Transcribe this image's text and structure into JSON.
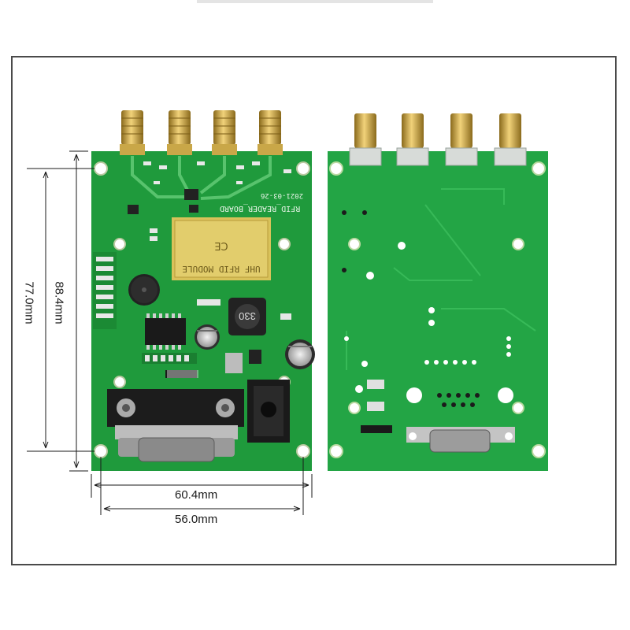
{
  "dimensions": {
    "height_outer": "88.4mm",
    "height_inner": "77.0mm",
    "width_outer": "60.4mm",
    "width_inner": "56.0mm"
  },
  "board_front": {
    "title": "RFID_READER_BOARD",
    "date": "2021-03-26",
    "module_label": "UHF RFID MODULE",
    "inductor_label": "330",
    "pcb_color": "#1f9a3c",
    "pad_color": "#d9c25a"
  },
  "board_back": {
    "pcb_color": "#23a545"
  }
}
